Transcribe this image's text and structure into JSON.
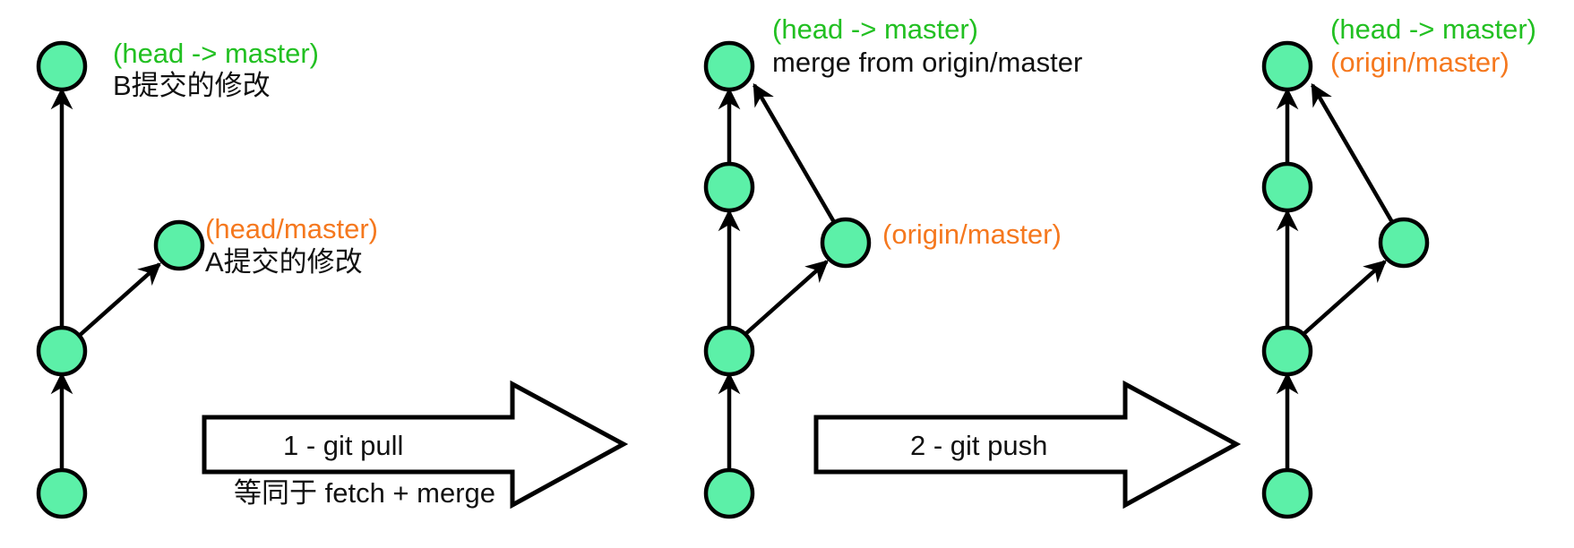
{
  "panels": {
    "before": {
      "top_ref": "(head -> master)",
      "top_msg": "B提交的修改",
      "branch_ref": "(head/master)",
      "branch_msg": "A提交的修改"
    },
    "after_pull": {
      "top_ref": "(head -> master)",
      "top_msg": "merge from origin/master",
      "branch_ref": "(origin/master)"
    },
    "after_push": {
      "top_ref": "(head -> master)",
      "top_ref2": "(origin/master)"
    }
  },
  "steps": [
    {
      "label": "1 - git pull",
      "note": "等同于 fetch + merge"
    },
    {
      "label": "2 - git push"
    }
  ],
  "colors": {
    "node_fill": "#5cf0a8",
    "ref_green": "#22c022",
    "ref_orange": "#f5781e"
  }
}
